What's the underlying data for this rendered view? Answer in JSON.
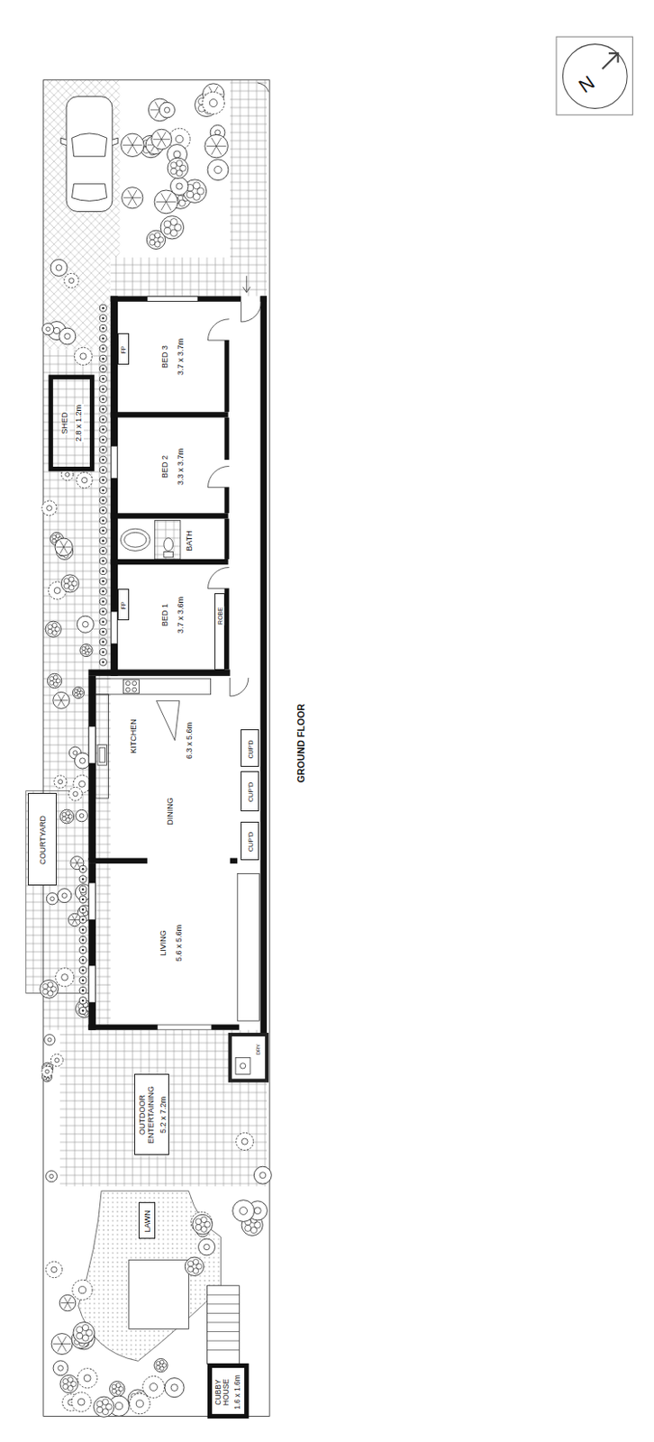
{
  "diagram": {
    "nodes": [
      {
        "text": [
          "BED 3",
          "3.7 x 3.7m"
        ]
      },
      {
        "text": [
          "FP"
        ],
        "in": 0
      },
      {
        "text": [
          "BED 2",
          "3.3 x 3.7m"
        ]
      },
      {
        "text": [
          "BATH"
        ]
      },
      {
        "text": [
          "BED 1",
          "3.7 x 3.6m"
        ]
      },
      {
        "text": [
          "FP"
        ],
        "in": 4
      },
      {
        "text": [
          "ROBE"
        ],
        "in": 4
      },
      {
        "text": [
          "KITCHEN",
          "6.3 x 5.6m",
          "DINING"
        ]
      },
      {
        "text": [
          "CUP'D"
        ],
        "in": 7
      },
      {
        "text": [
          "CUP'D"
        ],
        "in": 7
      },
      {
        "text": [
          "CUP'D"
        ],
        "in": 7
      },
      {
        "text": [
          "LIVING",
          "5.6 x 5.6m"
        ]
      },
      {
        "text": [
          "DRY"
        ]
      },
      {
        "text": [
          "OUTDOOR ENTERTAINING",
          "5.2 x 7.2m"
        ]
      },
      {
        "text": [
          "LAWN"
        ]
      },
      {
        "text": [
          "CUBBY HOUSE",
          "1.6 x 1.6m"
        ]
      },
      {
        "text": [
          "SHED",
          "2.8 x 1.2m"
        ]
      },
      {
        "text": [
          "COURTYARD"
        ]
      }
    ],
    "labels": [
      "GROUND FLOOR",
      "N"
    ]
  }
}
